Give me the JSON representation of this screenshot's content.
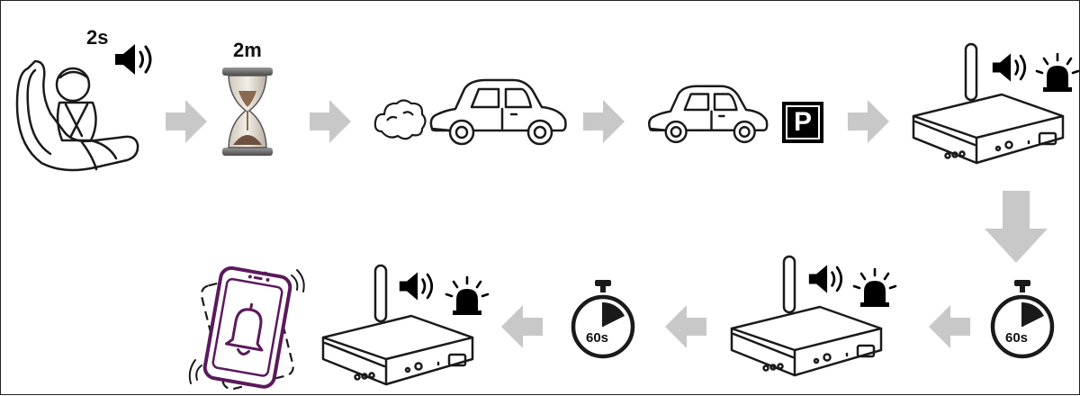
{
  "labels": {
    "beep_duration": "2s",
    "wait_time": "2m",
    "parking_sign": "P",
    "timer_1": "60s",
    "timer_2": "60s"
  },
  "colors": {
    "arrow": "#c8c8c8",
    "line": "#1a1a1a",
    "phone": "#5a1a5c",
    "black": "#000000"
  },
  "icons": [
    "baby-car-seat-icon",
    "speaker-icon",
    "hourglass-icon",
    "exhaust-cloud-icon",
    "car-driving-icon",
    "car-parked-icon",
    "parking-sign-icon",
    "router-icon",
    "siren-icon",
    "stopwatch-icon",
    "smartphone-alert-icon"
  ]
}
